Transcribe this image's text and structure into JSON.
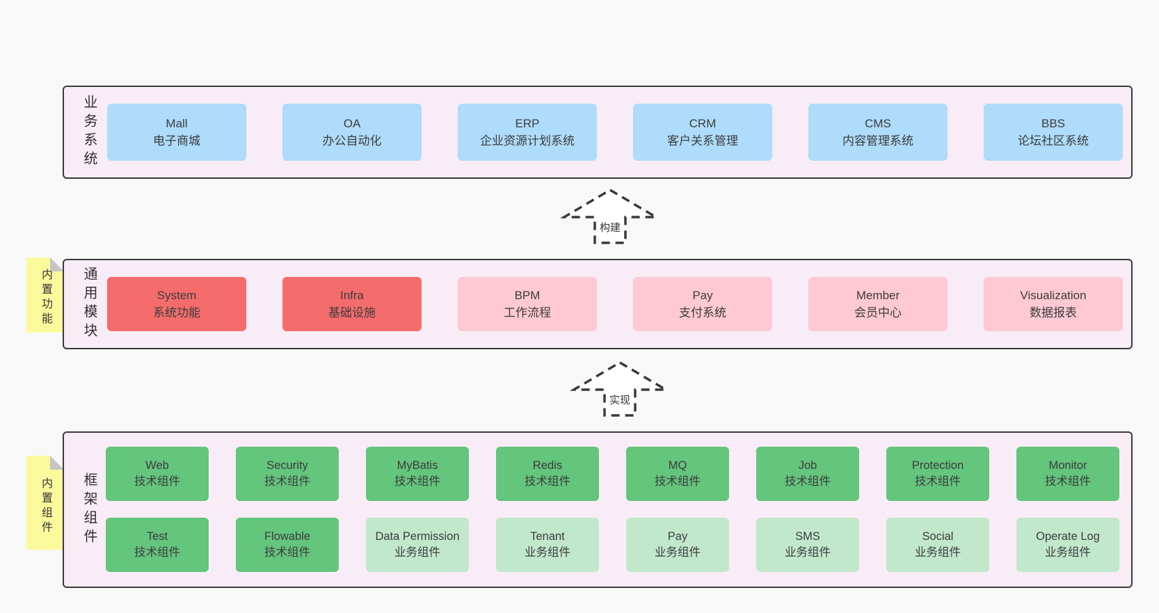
{
  "colors": {
    "page_bg": "#f8f8f8",
    "container_bg": "#f8edf6",
    "border": "#3a3a3a",
    "text": "#353535",
    "blue": "#aedcfa",
    "red": "#f56c6c",
    "pink": "#fec9d3",
    "green_dark": "#64c57d",
    "green_light": "#c2e8cb",
    "tab_yellow": "#fafa9d",
    "fold_gray": "#c6c6c6",
    "arrow_line": "#3a3a3a"
  },
  "arrows": [
    {
      "label": "构建"
    },
    {
      "label": "实现"
    }
  ],
  "layers": [
    {
      "label": "业务系统",
      "boxes": [
        {
          "name": "Mall",
          "subtitle": "电子商城"
        },
        {
          "name": "OA",
          "subtitle": "办公自动化"
        },
        {
          "name": "ERP",
          "subtitle": "企业资源计划系统"
        },
        {
          "name": "CRM",
          "subtitle": "客户关系管理"
        },
        {
          "name": "CMS",
          "subtitle": "内容管理系统"
        },
        {
          "name": "BBS",
          "subtitle": "论坛社区系统"
        }
      ]
    },
    {
      "label": "通用模块",
      "tab": "内置功能",
      "boxes": [
        {
          "name": "System",
          "subtitle": "系统功能"
        },
        {
          "name": "Infra",
          "subtitle": "基础设施"
        },
        {
          "name": "BPM",
          "subtitle": "工作流程"
        },
        {
          "name": "Pay",
          "subtitle": "支付系统"
        },
        {
          "name": "Member",
          "subtitle": "会员中心"
        },
        {
          "name": "Visualization",
          "subtitle": "数据报表"
        }
      ]
    },
    {
      "label": "框架组件",
      "tab": "内置组件",
      "rows": [
        [
          {
            "name": "Web",
            "subtitle": "技术组件"
          },
          {
            "name": "Security",
            "subtitle": "技术组件"
          },
          {
            "name": "MyBatis",
            "subtitle": "技术组件"
          },
          {
            "name": "Redis",
            "subtitle": "技术组件"
          },
          {
            "name": "MQ",
            "subtitle": "技术组件"
          },
          {
            "name": "Job",
            "subtitle": "技术组件"
          },
          {
            "name": "Protection",
            "subtitle": "技术组件"
          },
          {
            "name": "Monitor",
            "subtitle": "技术组件"
          }
        ],
        [
          {
            "name": "Test",
            "subtitle": "技术组件"
          },
          {
            "name": "Flowable",
            "subtitle": "技术组件"
          },
          {
            "name": "Data Permission",
            "subtitle": "业务组件"
          },
          {
            "name": "Tenant",
            "subtitle": "业务组件"
          },
          {
            "name": "Pay",
            "subtitle": "业务组件"
          },
          {
            "name": "SMS",
            "subtitle": "业务组件"
          },
          {
            "name": "Social",
            "subtitle": "业务组件"
          },
          {
            "name": "Operate Log",
            "subtitle": "业务组件"
          }
        ]
      ]
    }
  ]
}
